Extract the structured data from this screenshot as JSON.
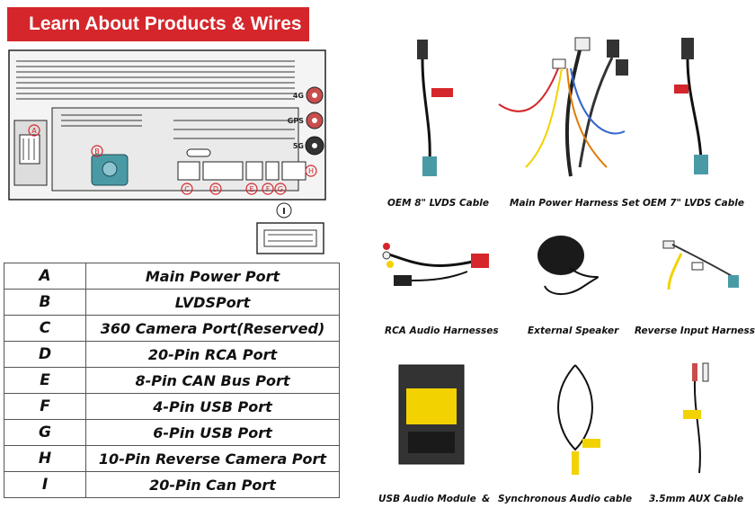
{
  "banner_title": "Learn About Products & Wires",
  "unit_labels": {
    "a": "A",
    "b": "B",
    "c": "C",
    "d": "D",
    "e": "E",
    "f": "F",
    "g": "G",
    "h": "H",
    "i": "I",
    "port_4g": "4G",
    "port_gps": "GPS",
    "port_5g": "5G"
  },
  "ports": [
    {
      "key": "A",
      "name": "Main Power Port"
    },
    {
      "key": "B",
      "name": "LVDSPort"
    },
    {
      "key": "C",
      "name": "360 Camera Port(Reserved)"
    },
    {
      "key": "D",
      "name": "20-Pin RCA Port"
    },
    {
      "key": "E",
      "name": "8-Pin CAN Bus Port"
    },
    {
      "key": "F",
      "name": "4-Pin USB Port"
    },
    {
      "key": "G",
      "name": "6-Pin USB Port"
    },
    {
      "key": "H",
      "name": "10-Pin Reverse Camera Port"
    },
    {
      "key": "I",
      "name": "20-Pin Can Port"
    }
  ],
  "products": [
    {
      "name": "OEM 8\" LVDS Cable"
    },
    {
      "name": "Main Power Harness Set"
    },
    {
      "name": "OEM 7\" LVDS Cable"
    },
    {
      "name": "RCA Audio Harnesses"
    },
    {
      "name": "External Speaker"
    },
    {
      "name": "Reverse Input Harness"
    },
    {
      "name": "USB Audio Module"
    },
    {
      "name": "&"
    },
    {
      "name": "Synchronous Audio cable"
    },
    {
      "name": "3.5mm AUX Cable"
    }
  ],
  "colors": {
    "banner": "#d4262b",
    "marker": "#d4262b",
    "lvds_connector": "#4a9aa6",
    "tag_red": "#d4262b",
    "tag_yellow": "#f2d200"
  }
}
